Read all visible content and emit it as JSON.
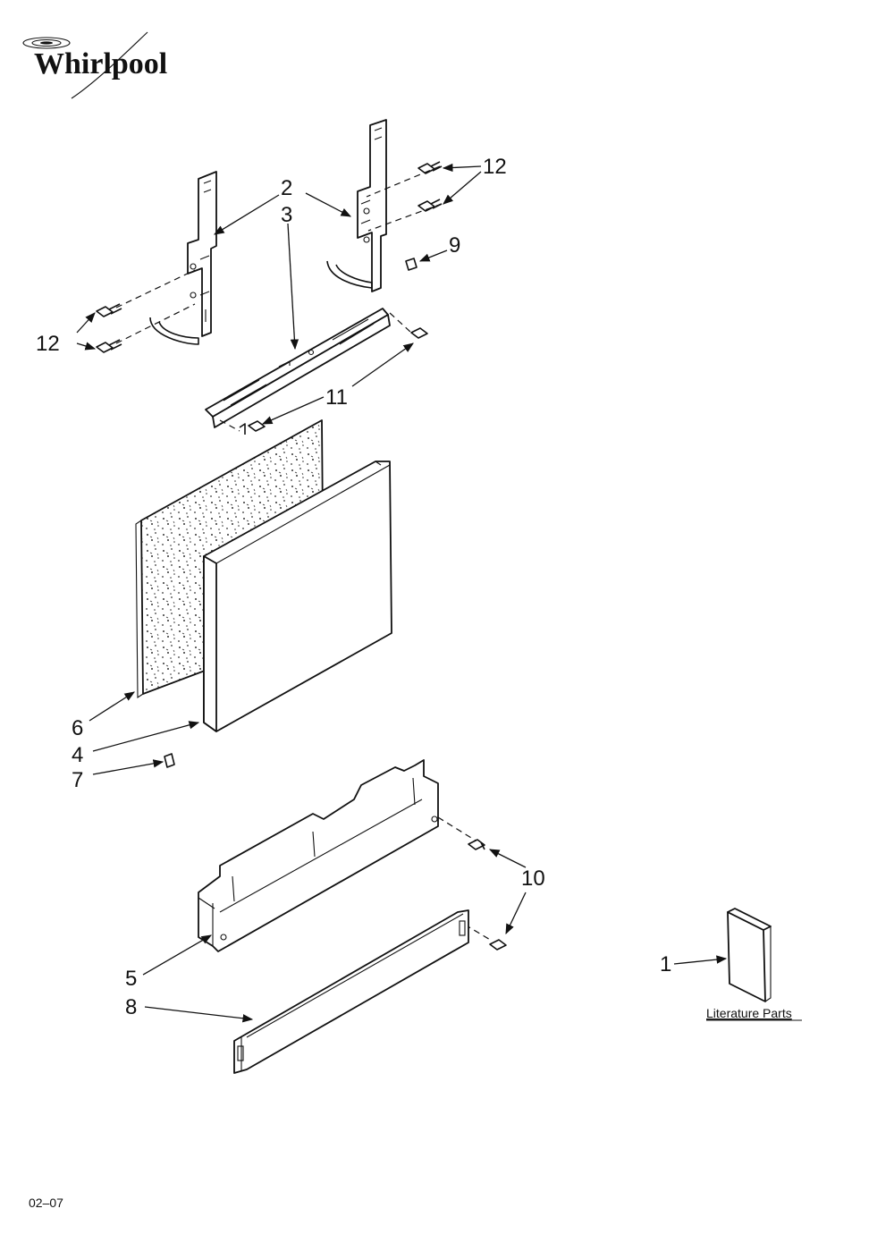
{
  "brand": {
    "name": "Whirlpool"
  },
  "callouts": [
    {
      "id": "12a",
      "label": "12"
    },
    {
      "id": "2",
      "label": "2"
    },
    {
      "id": "3",
      "label": "3"
    },
    {
      "id": "9",
      "label": "9"
    },
    {
      "id": "12b",
      "label": "12"
    },
    {
      "id": "11",
      "label": "11"
    },
    {
      "id": "6",
      "label": "6"
    },
    {
      "id": "4",
      "label": "4"
    },
    {
      "id": "7",
      "label": "7"
    },
    {
      "id": "10",
      "label": "10"
    },
    {
      "id": "5",
      "label": "5"
    },
    {
      "id": "8",
      "label": "8"
    },
    {
      "id": "1",
      "label": "1"
    }
  ],
  "literature": {
    "label": "Literature Parts"
  },
  "footer": {
    "code": "02–07"
  }
}
